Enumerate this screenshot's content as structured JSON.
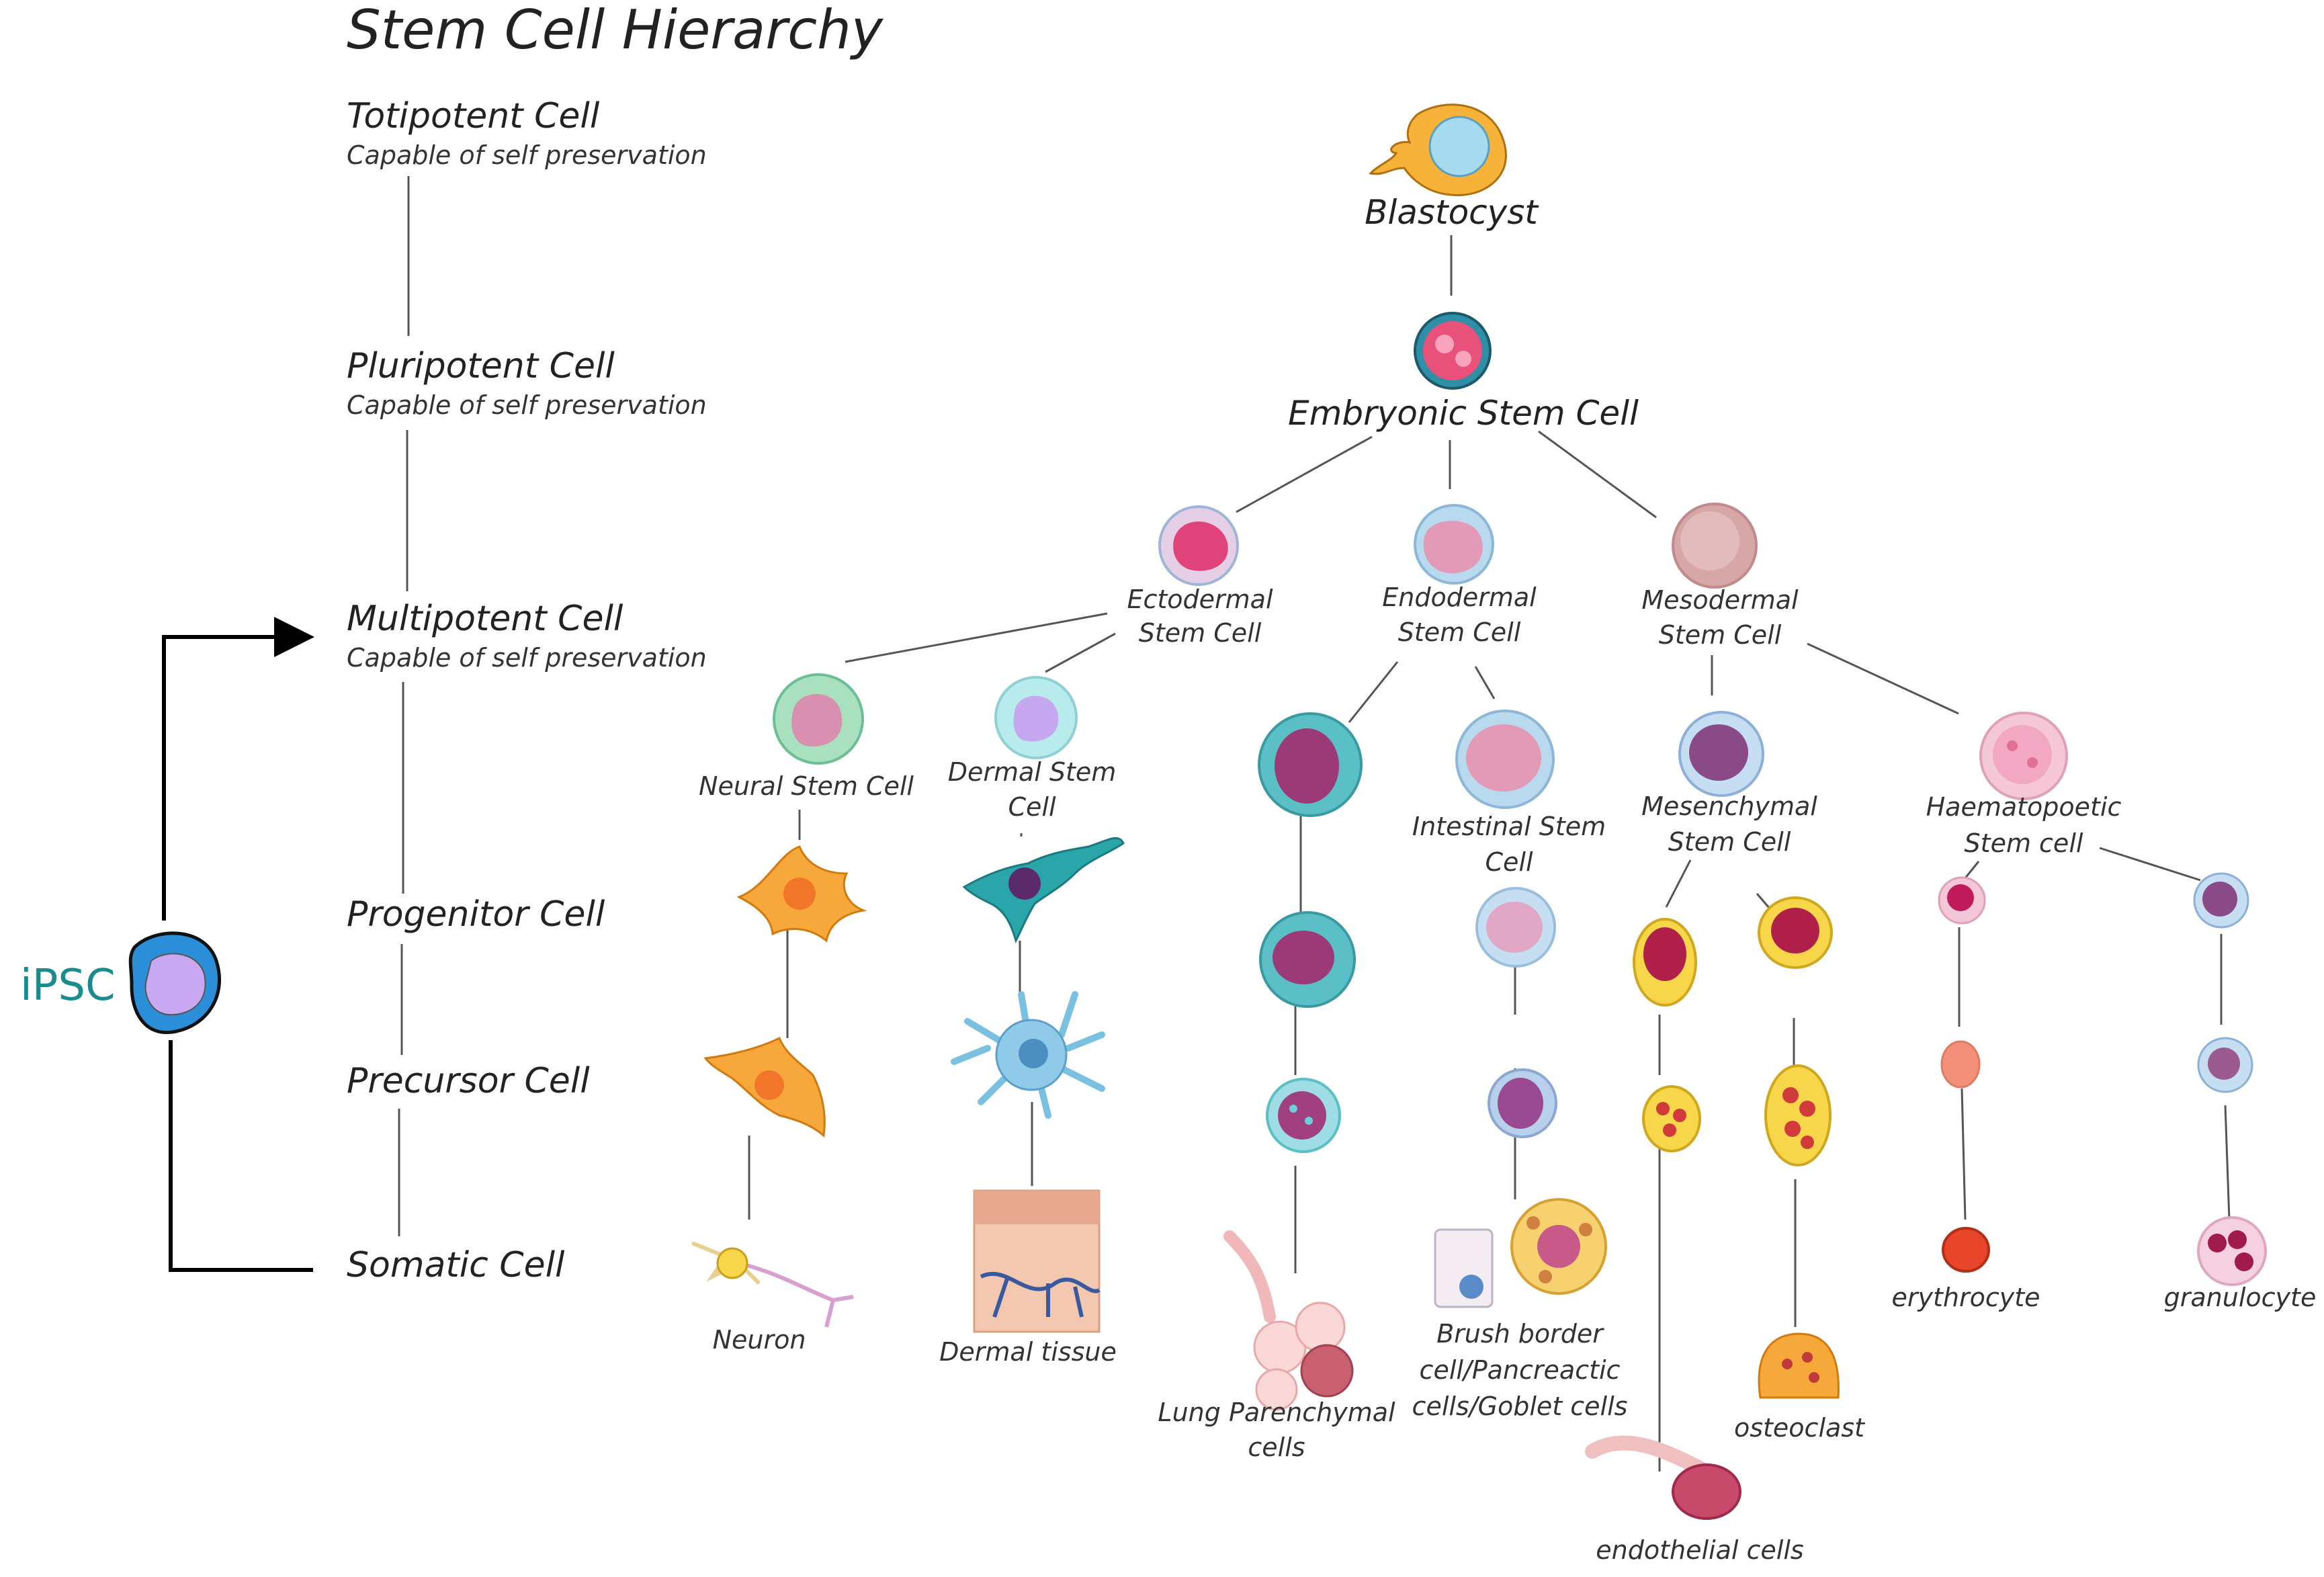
{
  "title": "Stem Cell Hierarchy",
  "levels": {
    "totipotent": {
      "name": "Totipotent Cell",
      "desc": "Capable of self preservation"
    },
    "pluripotent": {
      "name": "Pluripotent Cell",
      "desc": "Capable of self preservation"
    },
    "multipotent": {
      "name": "Multipotent Cell",
      "desc": "Capable of self preservation"
    },
    "progenitor": {
      "name": "Progenitor Cell"
    },
    "precursor": {
      "name": "Precursor Cell"
    },
    "somatic": {
      "name": "Somatic Cell"
    }
  },
  "ipsc": {
    "label": "iPSC"
  },
  "cells": {
    "blastocyst": "Blastocyst",
    "embryonic": "Embryonic Stem Cell",
    "ectodermal": [
      "Ectodermal",
      "Stem Cell"
    ],
    "endodermal": [
      "Endodermal",
      "Stem Cell"
    ],
    "mesodermal": [
      "Mesodermal",
      "Stem Cell"
    ],
    "neural_stem": "Neural Stem Cell",
    "dermal_stem": [
      "Dermal Stem",
      "Cell"
    ],
    "intestinal_stem": [
      "Intestinal Stem",
      "Cell"
    ],
    "mesenchymal": [
      "Mesenchymal",
      "Stem Cell"
    ],
    "haematopoetic": [
      "Haematopoetic",
      "Stem cell"
    ],
    "neuron": "Neuron",
    "dermal_tissue": "Dermal tissue",
    "lung": [
      "Lung Parenchymal",
      "cells"
    ],
    "brush_border": [
      "Brush border",
      "cell/Pancreactic",
      "cells/Goblet cells"
    ],
    "endothelial": "endothelial cells",
    "osteoclast": "osteoclast",
    "erythrocyte": "erythrocyte",
    "granulocyte": "granulocyte"
  },
  "colors": {
    "ipsc_text": "#1a8c8c",
    "ipsc_cell": "#2a8ed8",
    "teal": "#5bbfc6",
    "pink": "#e58aa8",
    "yellow": "#f7d64a",
    "orange": "#f2a13a"
  }
}
